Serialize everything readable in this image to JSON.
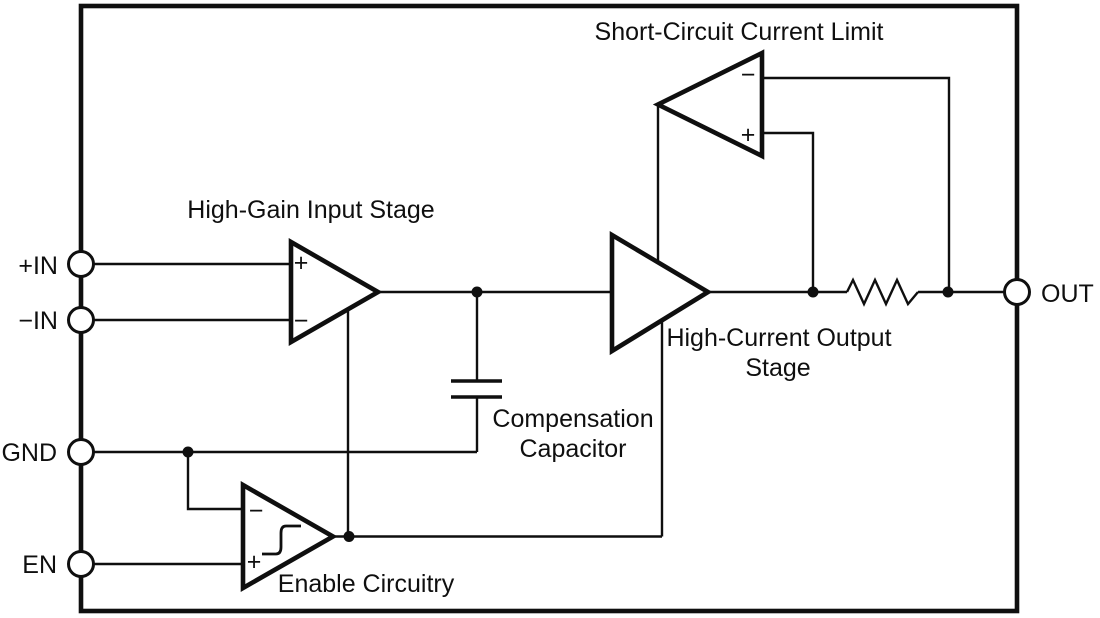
{
  "figure": {
    "colors": {
      "ink": "#0f0f0f",
      "background": "#ffffff"
    },
    "pins": {
      "plus_in": "+IN",
      "minus_in": "−IN",
      "gnd": "GND",
      "en": "EN",
      "out": "OUT"
    },
    "glyphs": {
      "plus": "+",
      "minus": "−"
    },
    "labels": {
      "input_stage": "High-Gain Input Stage",
      "short_circuit_limit": "Short-Circuit Current Limit",
      "output_stage_line1": "High-Current Output",
      "output_stage_line2": "Stage",
      "compensation_line1": "Compensation",
      "compensation_line2": "Capacitor",
      "enable": "Enable Circuitry"
    }
  }
}
